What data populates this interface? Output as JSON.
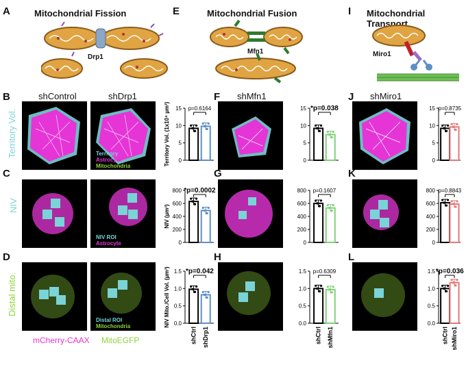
{
  "panel_letters": {
    "A": "A",
    "E": "E",
    "I": "I",
    "B": "B",
    "C": "C",
    "D": "D",
    "F": "F",
    "G": "G",
    "H": "H",
    "J": "J",
    "K": "K",
    "L": "L"
  },
  "schematics": {
    "fission": {
      "title": "Mitochondrial Fission",
      "protein": "Drp1"
    },
    "fusion": {
      "title": "Mitochondrial Fusion",
      "protein": "Mfn1"
    },
    "transport": {
      "title": "Mitochondrial Transport",
      "protein": "Miro1"
    }
  },
  "column_titles": {
    "shControl": "shControl",
    "shDrp1": "shDrp1",
    "shMfn1": "shMfn1",
    "shMiro1": "shMiro1"
  },
  "row_labels": {
    "territory": "Territory Vol.",
    "niv": "NIV",
    "distal": "Distal mito."
  },
  "overlays": {
    "B": [
      "Territory",
      "Astrocyte",
      "Mitochondria"
    ],
    "C": [
      "NIV ROI",
      "Astrocyte"
    ],
    "D": [
      "Distal ROI",
      "Mitochondria"
    ]
  },
  "bottom_legend": {
    "cherry": "mCherry-CAAX",
    "egfp": "MitoEGFP"
  },
  "colors": {
    "territory": "#7ad3d6",
    "astrocyte": "#e535d6",
    "mito": "#8fd33a",
    "ctrl_bar": "#000000",
    "drp1_bar": "#5b8fc9",
    "mfn1_bar": "#7fd17a",
    "miro1_bar": "#e07a7a"
  },
  "chart_data": [
    {
      "panel": "B",
      "type": "bar",
      "categories": [
        "shCtrl",
        "shDrp1"
      ],
      "values": [
        9.2,
        9.8
      ],
      "ylabel": "Territory Vol. (1x10⁴ µm³)",
      "yticks": [
        "0",
        "5",
        "10",
        "15"
      ],
      "ylim": [
        0,
        15
      ],
      "pvalue": "p=0.6164",
      "significant": false
    },
    {
      "panel": "C",
      "type": "bar",
      "categories": [
        "shCtrl",
        "shDrp1"
      ],
      "values": [
        630,
        490
      ],
      "ylabel": "NIV (µm³)",
      "yticks": [
        "0",
        "200",
        "400",
        "600",
        "800"
      ],
      "ylim": [
        0,
        800
      ],
      "pvalue": "p=0.0002",
      "significant": true
    },
    {
      "panel": "D",
      "type": "bar",
      "categories": [
        "shCtrl",
        "shDrp1"
      ],
      "values": [
        0.98,
        0.82
      ],
      "ylabel": "NIV Mito./Cell Vol. (µm³)",
      "yticks": [
        "0.0",
        "0.5",
        "1.0",
        "1.5"
      ],
      "ylim": [
        0,
        1.5
      ],
      "pvalue": "p=0.042",
      "significant": true,
      "xticklabels": [
        "shCtrl",
        "shDrp1"
      ]
    },
    {
      "panel": "F",
      "type": "bar",
      "categories": [
        "shCtrl",
        "shMfn1"
      ],
      "values": [
        9.2,
        7.4
      ],
      "yticks": [
        "0",
        "5",
        "10",
        "15"
      ],
      "ylim": [
        0,
        15
      ],
      "pvalue": "p=0.038",
      "significant": true
    },
    {
      "panel": "G",
      "type": "bar",
      "categories": [
        "shCtrl",
        "shMfn1"
      ],
      "values": [
        600,
        530
      ],
      "yticks": [
        "0",
        "200",
        "400",
        "600",
        "800"
      ],
      "ylim": [
        0,
        800
      ],
      "pvalue": "p=0.1607",
      "significant": false
    },
    {
      "panel": "H",
      "type": "bar",
      "categories": [
        "shCtrl",
        "shMfn1"
      ],
      "values": [
        1.0,
        0.97
      ],
      "yticks": [
        "0.0",
        "0.5",
        "1.0",
        "1.5"
      ],
      "ylim": [
        0,
        1.5
      ],
      "pvalue": "p=0.6309",
      "significant": false,
      "xticklabels": [
        "shCtrl",
        "shMfn1"
      ]
    },
    {
      "panel": "J",
      "type": "bar",
      "categories": [
        "shCtrl",
        "shMiro1"
      ],
      "values": [
        9.2,
        9.6
      ],
      "yticks": [
        "0",
        "5",
        "10",
        "15"
      ],
      "ylim": [
        0,
        15
      ],
      "pvalue": "p=0.8735",
      "significant": false
    },
    {
      "panel": "K",
      "type": "bar",
      "categories": [
        "shCtrl",
        "shMiro1"
      ],
      "values": [
        610,
        590
      ],
      "yticks": [
        "0",
        "200",
        "400",
        "600",
        "800"
      ],
      "ylim": [
        0,
        800
      ],
      "pvalue": "p=0.8843",
      "significant": false
    },
    {
      "panel": "L",
      "type": "bar",
      "categories": [
        "shCtrl",
        "shMiro1"
      ],
      "values": [
        1.0,
        1.17
      ],
      "yticks": [
        "0.0",
        "0.5",
        "1.0",
        "1.5"
      ],
      "ylim": [
        0,
        1.5
      ],
      "pvalue": "p=0.036",
      "significant": true,
      "xticklabels": [
        "shCtrl",
        "shMiro1"
      ]
    }
  ]
}
